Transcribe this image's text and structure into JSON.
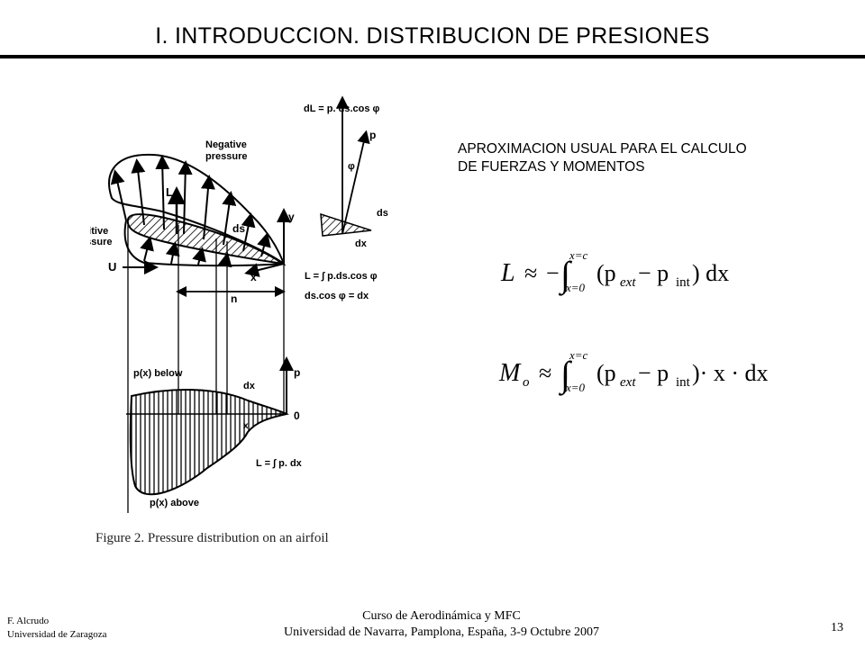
{
  "slide": {
    "title": "I. INTRODUCCION. DISTRIBUCION DE PRESIONES",
    "page_number": "13"
  },
  "figure": {
    "caption": "Figure 2.  Pressure distribution on an airfoil",
    "labels": {
      "negative_pressure_1": "Negative",
      "negative_pressure_2": "pressure",
      "positive_pressure_1": "Positive",
      "positive_pressure_2": "pressure",
      "lift": "L",
      "freestream": "U",
      "ds": "ds",
      "x": "x",
      "y": "y",
      "n": "n",
      "dL_eq": "dL = p. ds.cos φ",
      "p": "p",
      "phi": "φ",
      "ds_small": "ds",
      "dx_small": "dx",
      "L_int_eq": "L = ∫ p.ds.cos φ",
      "ds_cos_eq": "ds.cos φ = dx",
      "p_below": "p(x) below",
      "p_above": "p(x) above",
      "dx_lower": "dx",
      "x_lower": "x",
      "p_lower": "p",
      "zero": "0",
      "L_pdx_eq": "L = ∫ p. dx"
    }
  },
  "note": {
    "line1": "APROXIMACION USUAL PARA EL CALCULO",
    "line2": "DE FUERZAS Y MOMENTOS"
  },
  "equations": {
    "lift": {
      "lhs": "L",
      "approx": "≈",
      "minus": "−",
      "upper": "x=c",
      "lower": "x=0",
      "body": "(p",
      "sub1": "ext",
      "mid": " − p",
      "sub2": "int",
      "end": ") dx"
    },
    "moment": {
      "lhs": "M",
      "lhs_sub": "o",
      "approx": "≈",
      "upper": "x=c",
      "lower": "x=0",
      "body": "(p",
      "sub1": "ext",
      "mid": " − p",
      "sub2": "int",
      "end": ")· x · dx"
    }
  },
  "footer": {
    "author": "F. Alcrudo",
    "university": "Universidad de Zaragoza",
    "course": "Curso de Aerodinámica y MFC",
    "venue": "Universidad de Navarra, Pamplona, España, 3-9 Octubre 2007"
  }
}
